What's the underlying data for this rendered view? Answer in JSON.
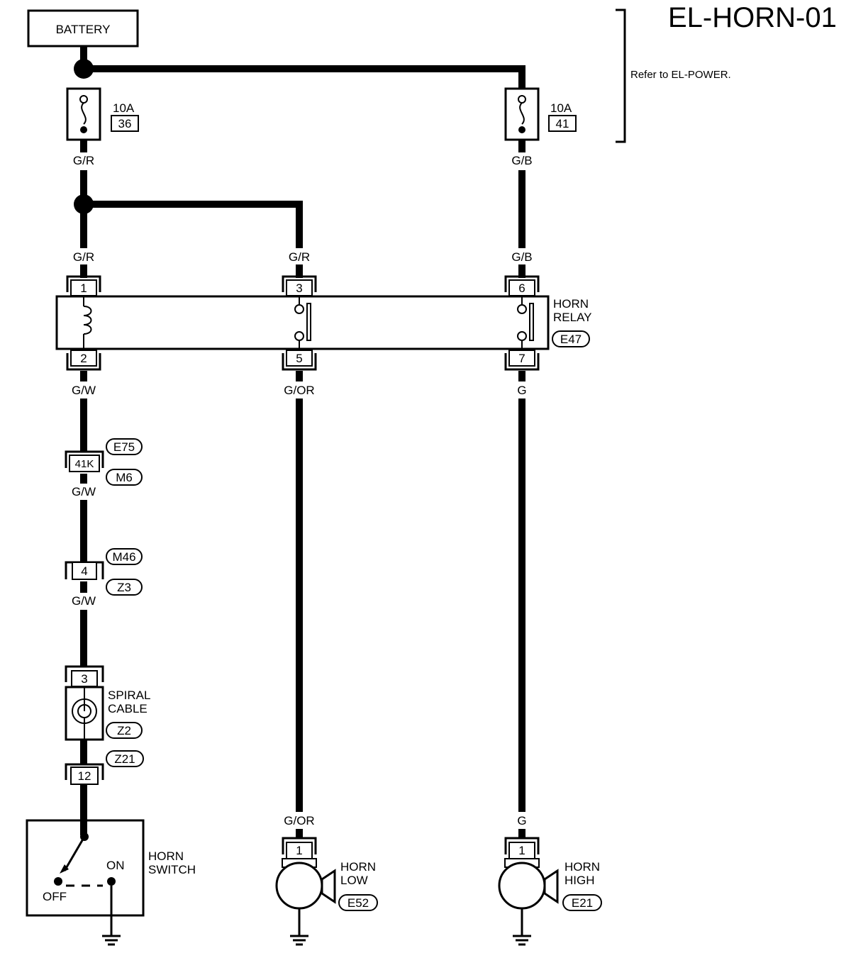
{
  "page_id": "EL-HORN-01",
  "power_note": "Refer to EL-POWER.",
  "battery_label": "BATTERY",
  "fuses": [
    {
      "rating": "10A",
      "number": "36"
    },
    {
      "rating": "10A",
      "number": "41"
    }
  ],
  "wire_colors": {
    "gr": "G/R",
    "gb": "G/B",
    "gw": "G/W",
    "gor": "G/OR",
    "g": "G"
  },
  "relay": {
    "name_line1": "HORN",
    "name_line2": "RELAY",
    "connector": "E47",
    "pins": [
      "1",
      "2",
      "3",
      "5",
      "6",
      "7"
    ]
  },
  "joint_connector": {
    "pin": "41K",
    "upper": "E75",
    "lower": "M6"
  },
  "connector_4": {
    "pin": "4",
    "upper": "M46",
    "lower": "Z3"
  },
  "spiral_cable": {
    "line1": "SPIRAL",
    "line2": "CABLE",
    "pin": "3",
    "connector": "Z2"
  },
  "switch_connector": {
    "pin": "12",
    "connector": "Z21"
  },
  "horn_switch": {
    "line1": "HORN",
    "line2": "SWITCH",
    "on": "ON",
    "off": "OFF"
  },
  "horn_low": {
    "pin": "1",
    "line1": "HORN",
    "line2": "LOW",
    "connector": "E52"
  },
  "horn_high": {
    "pin": "1",
    "line1": "HORN",
    "line2": "HIGH",
    "connector": "E21"
  }
}
